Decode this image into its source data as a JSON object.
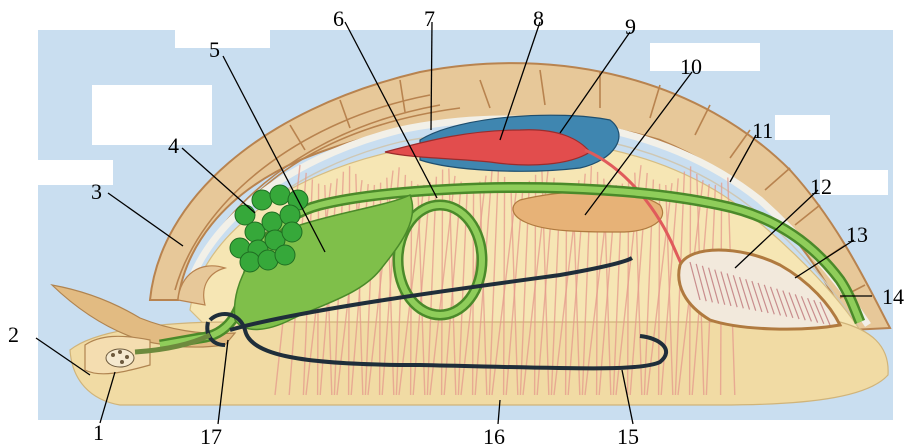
{
  "diagram": {
    "labels": [
      {
        "id": "1",
        "text": "1"
      },
      {
        "id": "2",
        "text": "2"
      },
      {
        "id": "3",
        "text": "3"
      },
      {
        "id": "4",
        "text": "4"
      },
      {
        "id": "5",
        "text": "5"
      },
      {
        "id": "6",
        "text": "6"
      },
      {
        "id": "7",
        "text": "7"
      },
      {
        "id": "8",
        "text": "8"
      },
      {
        "id": "9",
        "text": "9"
      },
      {
        "id": "10",
        "text": "10"
      },
      {
        "id": "11",
        "text": "11"
      },
      {
        "id": "12",
        "text": "12"
      },
      {
        "id": "13",
        "text": "13"
      },
      {
        "id": "14",
        "text": "14"
      },
      {
        "id": "15",
        "text": "15"
      },
      {
        "id": "16",
        "text": "16"
      },
      {
        "id": "17",
        "text": "17"
      }
    ],
    "colors": {
      "backdrop": "#c9def0",
      "shell": "#e7c899",
      "shell_ridge": "#b8834f",
      "body": "#f6e6b4",
      "foot": "#f1dba4",
      "muscle": "#e59a8d",
      "gland": "#7fbf4a",
      "gland_dark": "#4b8a2a",
      "green_cluster": "#36a83a",
      "heart": "#e24d4d",
      "pericardium": "#3f86b0",
      "kidney": "#e7b277",
      "nerve": "#1f2e3a",
      "gill": "#f2e9dc",
      "gill_lines": "#c98d8d"
    }
  }
}
